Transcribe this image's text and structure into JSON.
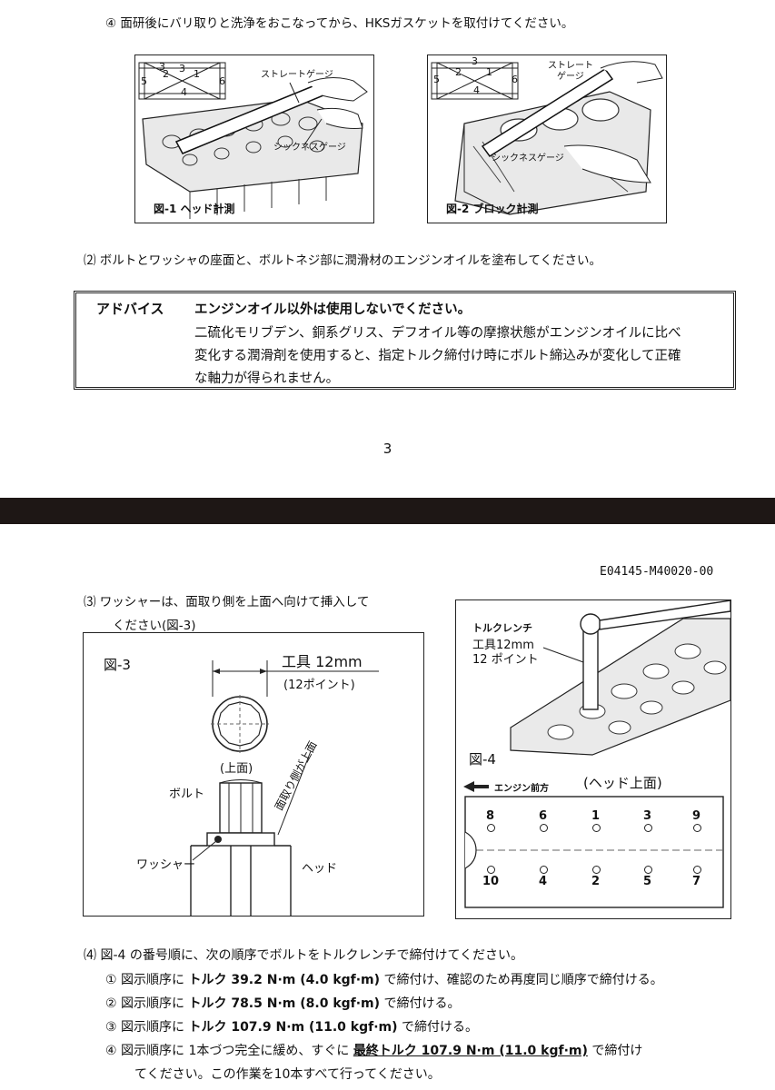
{
  "top": {
    "step4_text": "④ 面研後にバリ取りと洗浄をおこなってから、HKSガスケットを取付けてください。",
    "fig1": {
      "caption": "図-1 ヘッド計測",
      "gauge_label": "ストレートゲージ",
      "thickness_label": "シックネスゲージ",
      "pattern_numbers": [
        "3",
        "2",
        "1",
        "5",
        "6",
        "4"
      ]
    },
    "fig2": {
      "caption": "図-2 ブロック計測",
      "gauge_label_1": "ストレート",
      "gauge_label_2": "ゲージ",
      "thickness_label": "シックネスゲージ",
      "pattern_numbers": [
        "3",
        "2",
        "1",
        "5",
        "6",
        "4"
      ]
    },
    "step2_text": "⑵ ボルトとワッシャの座面と、ボルトネジ部に潤滑材のエンジンオイルを塗布してください。",
    "advice": {
      "label": "アドバイス",
      "heading": "エンジンオイル以外は使用しないでください。",
      "lines": [
        "二硫化モリブデン、銅系グリス、デフオイル等の摩擦状態がエンジンオイルに比べ",
        "変化する潤滑剤を使用すると、指定トルク締付け時にボルト締込みが変化して正確",
        "な軸力が得られません。"
      ]
    },
    "page_number": "3"
  },
  "bottom": {
    "doc_code": "E04145-M40020-00",
    "step3_line1": "⑶ ワッシャーは、面取り側を上面へ向けて挿入して",
    "step3_line2": "ください(図-3)",
    "fig3": {
      "title": "図-3",
      "tool_label": "工具 12mm",
      "tool_sub": "(12ポイント)",
      "top_label": "(上面)",
      "bolt_label": "ボルト",
      "chamfer_label": "面取り側が上面",
      "washer_label": "ワッシャー",
      "head_label": "ヘッド"
    },
    "fig4": {
      "title": "図-4",
      "wrench_label": "トルクレンチ",
      "tool_label": "工具12mm",
      "points_label": "12 ポイント",
      "front_label": "エンジン前方",
      "head_top_label": "(ヘッド上面)",
      "top_row": [
        "8",
        "6",
        "1",
        "3",
        "9"
      ],
      "bottom_row": [
        "10",
        "4",
        "2",
        "5",
        "7"
      ]
    },
    "step4_intro": "⑷ 図-4 の番号順に、次の順序でボルトをトルクレンチで締付けてください。",
    "steps": [
      {
        "prefix": "① 図示順序に ",
        "bold": "トルク 39.2 N·m (4.0 kgf·m)",
        "suffix": " で締付け、確認のため再度同じ順序で締付ける。"
      },
      {
        "prefix": "② 図示順序に ",
        "bold": "トルク 78.5 N·m (8.0 kgf·m)",
        "suffix": " で締付ける。"
      },
      {
        "prefix": "③ 図示順序に ",
        "bold": "トルク 107.9 N·m (11.0 kgf·m)",
        "suffix": " で締付ける。"
      },
      {
        "prefix": "④ 図示順序に 1本づつ完全に緩め、すぐに ",
        "bold": "最終トルク 107.9 N·m (11.0 kgf·m)",
        "suffix": " で締付け"
      }
    ],
    "step4_last_line": "てください。この作業を10本すべて行ってください。"
  }
}
